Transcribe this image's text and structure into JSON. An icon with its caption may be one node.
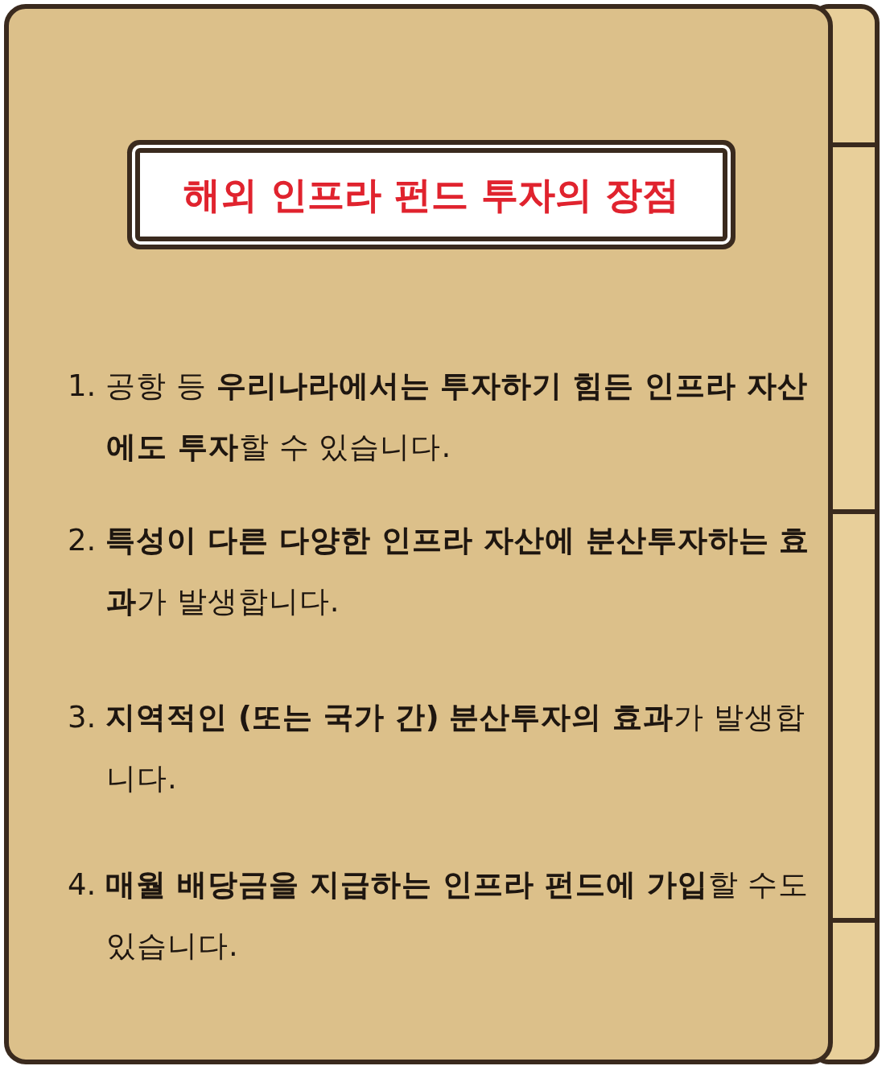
{
  "diagram": {
    "title": "해외 인프라 펀드 투자의 장점",
    "labels": [
      "1. 공항 등 **우리나라에서는 투자하기 힘든 인프라 자산에도 투자**할 수 있습니다.",
      "2. **특성이 다른 다양한 인프라 자산에 분산투자하는 효과**가 발생합니다.",
      "3. **지역적인 (또는 국가 간) 분산투자의 효과**가 발생합니다.",
      "4. **매월 배당금을 지급하는 인프라 펀드에 가입**할 수도 있습니다."
    ]
  }
}
